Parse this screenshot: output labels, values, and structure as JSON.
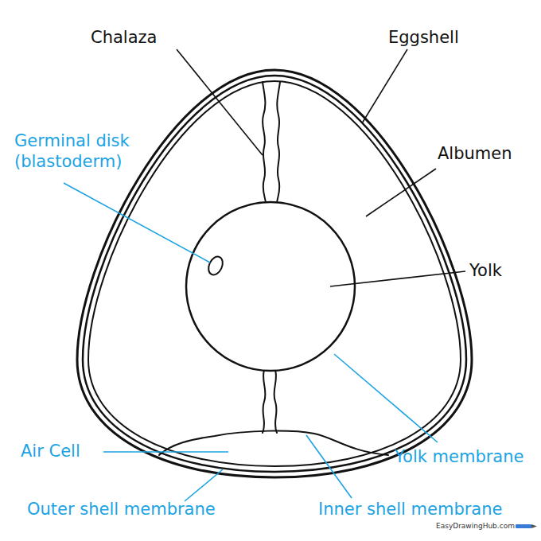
{
  "diagram": {
    "labels": [
      "Chalaza",
      "Eggshell",
      "Germinal disk (blastoderm)",
      "Albumen",
      "Yolk",
      "Air Cell",
      "Yolk membrane",
      "Outer shell membrane",
      "Inner shell membrane",
      "EasyDrawingHub.com"
    ]
  }
}
